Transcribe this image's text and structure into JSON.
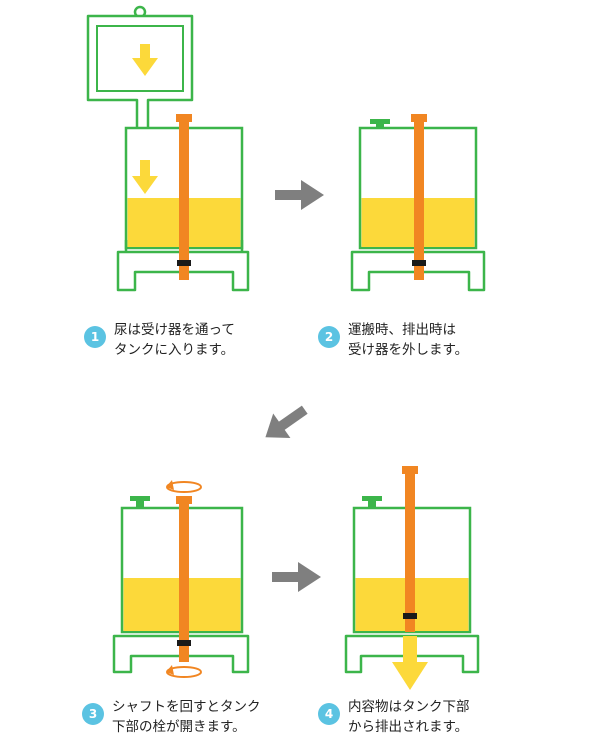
{
  "colors": {
    "tank_outline": "#3cb54a",
    "liquid": "#fcd93a",
    "shaft": "#f18622",
    "arrow_gray": "#7f7f7f",
    "badge": "#5bc3e2",
    "black_seal": "#1a1a1a"
  },
  "steps": [
    {
      "number": "1",
      "line1": "尿は受け器を通って",
      "line2": "タンクに入ります。"
    },
    {
      "number": "2",
      "line1": "運搬時、排出時は",
      "line2": "受け器を外します。"
    },
    {
      "number": "3",
      "line1": "シャフトを回すとタンク",
      "line2": "下部の栓が開きます。"
    },
    {
      "number": "4",
      "line1": "内容物はタンク下部",
      "line2": "から排出されます。"
    }
  ],
  "icons": [
    "down-arrow-icon",
    "right-arrow-icon",
    "diagonal-arrow-icon",
    "rotate-arrow-icon"
  ]
}
